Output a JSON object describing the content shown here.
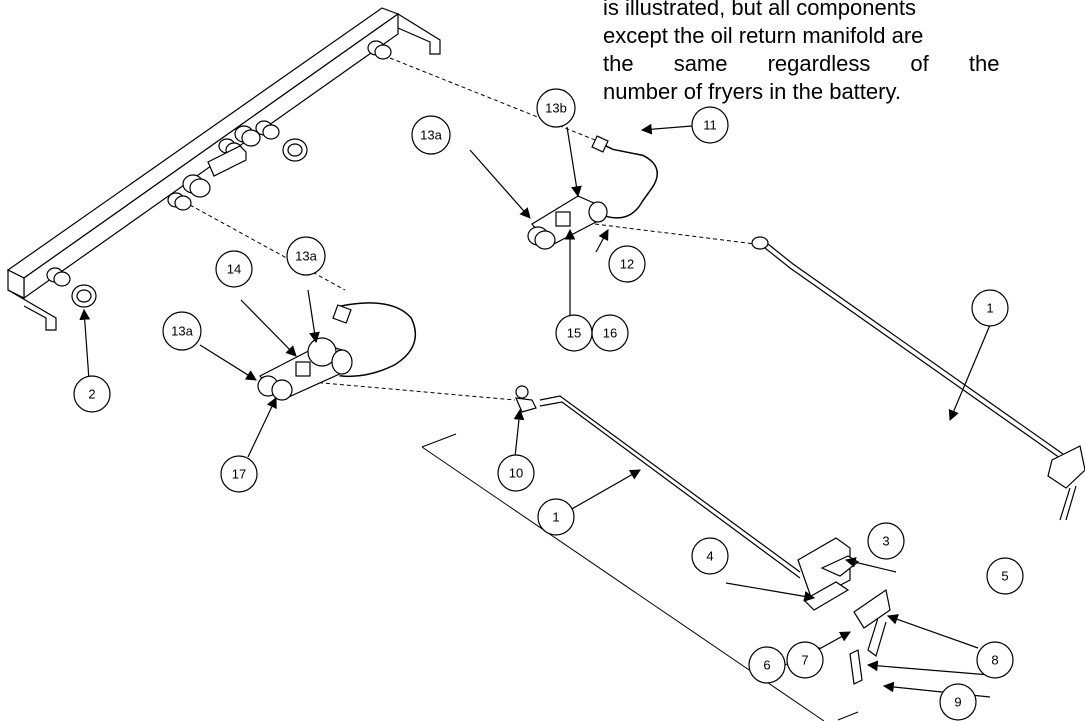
{
  "note_lines": [
    "is illustrated, but all components",
    "except the oil return manifold are",
    "the same regardless of the",
    "number of fryers in the battery."
  ],
  "callouts": {
    "c1a": "1",
    "c1b": "1",
    "c2": "2",
    "c3": "3",
    "c4": "4",
    "c5": "5",
    "c6": "6",
    "c7": "7",
    "c8": "8",
    "c9": "9",
    "c10": "10",
    "c11": "11",
    "c12": "12",
    "c13b": "13b",
    "c13a_top": "13a",
    "c13a_mid": "13a",
    "c13a_left": "13a",
    "c14": "14",
    "c15": "15",
    "c16": "16",
    "c17": "17"
  }
}
